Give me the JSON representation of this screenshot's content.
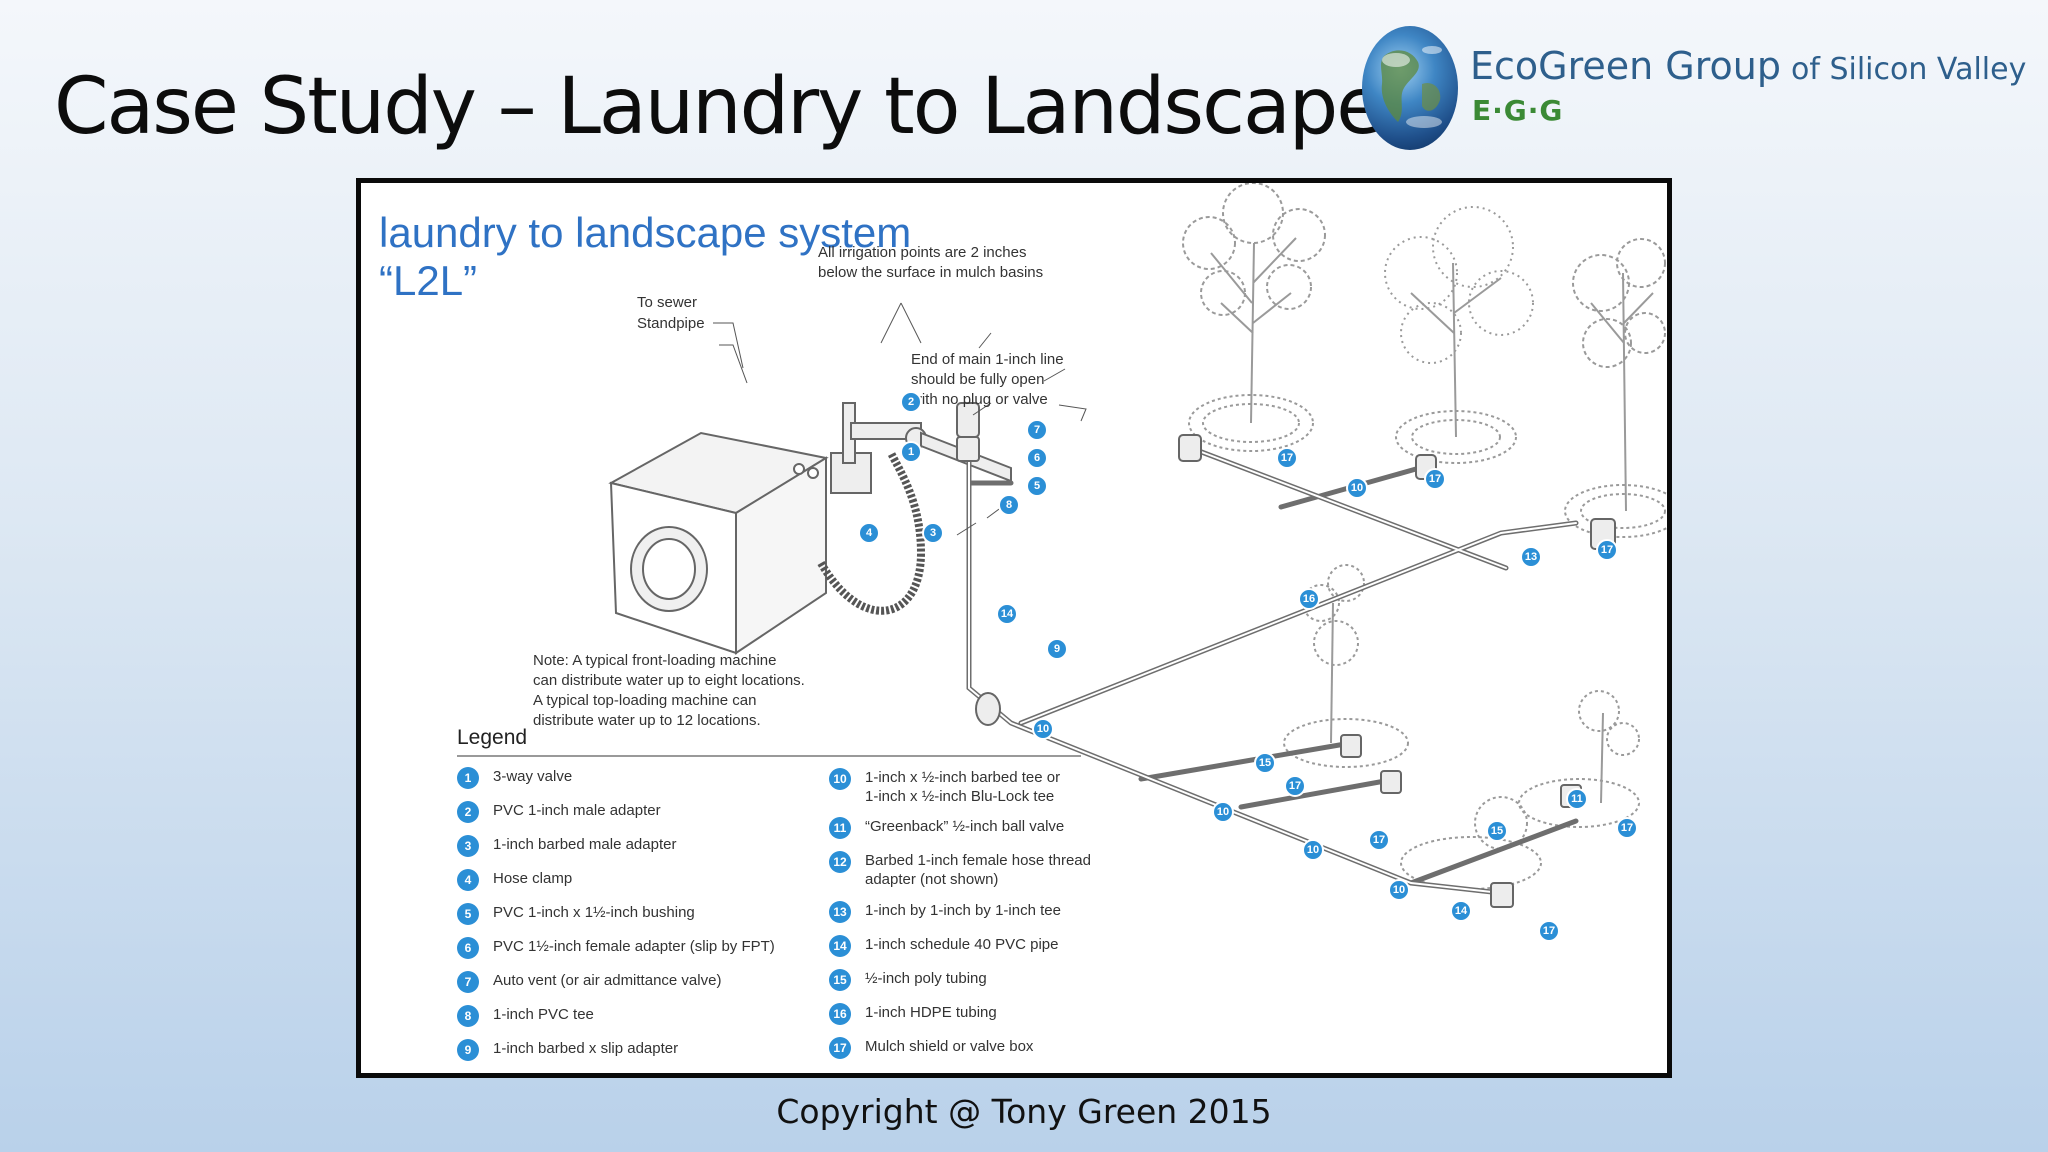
{
  "slide": {
    "title": "Case Study – Laundry to Landscape",
    "copyright": "Copyright @ Tony Green 2015"
  },
  "logo": {
    "name": "EcoGreen Group",
    "tagline": "of Silicon Valley",
    "abbreviation": "E·G·G"
  },
  "diagram": {
    "title_line1": "laundry to landscape system",
    "title_line2": "“L2L”",
    "notes": {
      "irrigation": [
        "All irrigation points are 2 inches",
        "below the surface in mulch basins"
      ],
      "to_sewer": "To sewer",
      "standpipe": "Standpipe",
      "end_of_line": [
        "End of main 1-inch line",
        "should be fully open",
        "with no plug or valve"
      ],
      "machine": [
        "Note: A typical front-loading machine",
        "can distribute water up to eight locations.",
        "A typical top-loading machine can",
        "distribute water up to 12 locations."
      ]
    },
    "legend_title": "Legend",
    "legend_left": [
      {
        "num": "1",
        "text": "3-way valve"
      },
      {
        "num": "2",
        "text": "PVC 1-inch male adapter"
      },
      {
        "num": "3",
        "text": "1-inch barbed male adapter"
      },
      {
        "num": "4",
        "text": "Hose clamp"
      },
      {
        "num": "5",
        "text": "PVC 1-inch x 1½-inch bushing"
      },
      {
        "num": "6",
        "text": "PVC 1½-inch female adapter (slip by FPT)"
      },
      {
        "num": "7",
        "text": "Auto vent (or air admittance valve)"
      },
      {
        "num": "8",
        "text": "1-inch PVC tee"
      },
      {
        "num": "9",
        "text": "1-inch barbed x slip adapter"
      }
    ],
    "legend_right": [
      {
        "num": "10",
        "text": "1-inch x ½-inch barbed tee or\n1-inch x ½-inch Blu-Lock tee"
      },
      {
        "num": "11",
        "text": "“Greenback” ½-inch ball valve"
      },
      {
        "num": "12",
        "text": "Barbed 1-inch female hose thread\nadapter (not shown)"
      },
      {
        "num": "13",
        "text": "1-inch by 1-inch by 1-inch tee"
      },
      {
        "num": "14",
        "text": "1-inch schedule 40 PVC pipe"
      },
      {
        "num": "15",
        "text": "½-inch poly tubing"
      },
      {
        "num": "16",
        "text": "1-inch HDPE tubing"
      },
      {
        "num": "17",
        "text": "Mulch shield or valve box"
      }
    ],
    "callouts": [
      "2",
      "1",
      "4",
      "3",
      "7",
      "6",
      "5",
      "8",
      "14",
      "9",
      "10",
      "17",
      "10",
      "17",
      "13",
      "17",
      "16",
      "15",
      "17",
      "10",
      "10",
      "17",
      "10",
      "15",
      "11",
      "17",
      "14",
      "17"
    ]
  },
  "colors": {
    "accent_blue": "#2f72c4",
    "badge_blue": "#2b8fd6",
    "brand_blue": "#2e5f8c",
    "brand_green": "#3b8a35"
  }
}
